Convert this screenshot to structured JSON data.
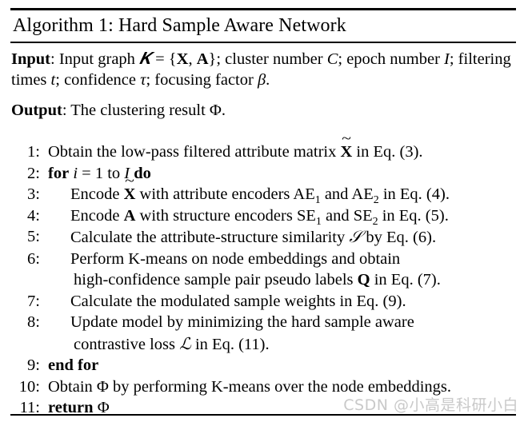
{
  "figure": {
    "kind": "algorithm-pseudocode",
    "title": "Algorithm 1: Hard Sample Aware Network",
    "rule_color": "#000000",
    "background": "#ffffff",
    "text_color": "#000000"
  },
  "io": {
    "input_label": "Input",
    "input_text": ": Input graph ᵊ = {X, A}; cluster number C; epoch number I; filtering times t; confidence τ; focusing factor β.",
    "output_label": "Output",
    "output_text": ": The clustering result Φ."
  },
  "steps": [
    {
      "num": "1:",
      "indent": 0,
      "bold_lead": "",
      "text": "Obtain the low-pass filtered attribute matrix X̃ in Eq. (3).",
      "cont": ""
    },
    {
      "num": "2:",
      "indent": 0,
      "bold_lead": "for",
      "text": "i = 1 to I do",
      "cont": ""
    },
    {
      "num": "3:",
      "indent": 1,
      "bold_lead": "",
      "text": "Encode X̃ with attribute encoders AE₁ and AE₂ in Eq. (4).",
      "cont": ""
    },
    {
      "num": "4:",
      "indent": 1,
      "bold_lead": "",
      "text": "Encode A with structure encoders SE₁ and SE₂ in Eq. (5).",
      "cont": ""
    },
    {
      "num": "5:",
      "indent": 1,
      "bold_lead": "",
      "text": "Calculate the attribute-structure similarity 𝒮 by Eq. (6).",
      "cont": ""
    },
    {
      "num": "6:",
      "indent": 1,
      "bold_lead": "",
      "text": "Perform K-means on node embeddings and obtain",
      "cont": "high-confidence sample pair pseudo labels Q in Eq. (7)."
    },
    {
      "num": "7:",
      "indent": 1,
      "bold_lead": "",
      "text": "Calculate the modulated sample weights in Eq. (9).",
      "cont": ""
    },
    {
      "num": "8:",
      "indent": 1,
      "bold_lead": "",
      "text": "Update model by minimizing the hard sample aware",
      "cont": "contrastive loss ℒ in Eq. (11)."
    },
    {
      "num": "9:",
      "indent": 0,
      "bold_lead": "end for",
      "text": "",
      "cont": ""
    },
    {
      "num": "10:",
      "indent": 0,
      "bold_lead": "",
      "text": "Obtain Φ by performing K-means over the node embeddings.",
      "cont": ""
    },
    {
      "num": "11:",
      "indent": 0,
      "bold_lead": "return",
      "text": "Φ",
      "cont": ""
    }
  ],
  "watermark": {
    "text": "CSDN @小高是科研小白",
    "color": "#c9c9c9"
  }
}
